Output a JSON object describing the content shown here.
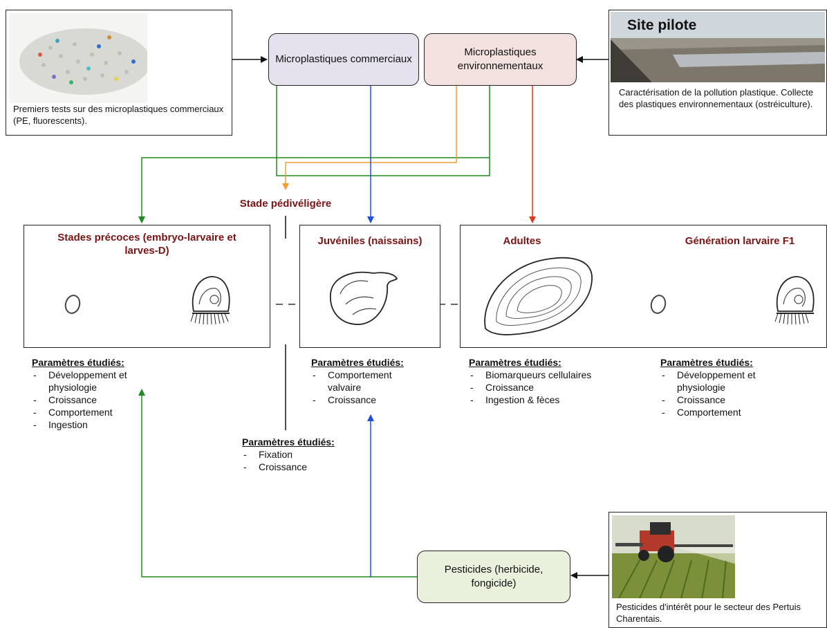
{
  "sources": {
    "commercial_photo_caption": "Premiers tests sur des microplastiques commerciaux (PE, fluorescents).",
    "site_title": "Site pilote",
    "site_caption": "Caractérisation de la pollution plastique. Collecte des plastiques environnementaux (ostréiculture).",
    "pesticide_photo_caption": "Pesticides d'intérêt pour le secteur des Pertuis Charentais."
  },
  "nodes": {
    "commercial": "Microplastiques commerciaux",
    "environmental": "Microplastiques environnementaux",
    "pesticides": "Pesticides (herbicide, fongicide)"
  },
  "stages": {
    "early": "Stades précoces (embryo-larvaire et larves-D)",
    "pediveliger": "Stade pédivéligère",
    "juveniles": "Juvéniles (naissains)",
    "adults": "Adultes",
    "f1": "Génération larvaire F1"
  },
  "params_heading": "Paramètres étudiés:",
  "params": {
    "early": [
      "Développement et physiologie",
      "Croissance",
      "Comportement",
      "Ingestion"
    ],
    "pediveliger": [
      "Fixation",
      "Croissance"
    ],
    "juveniles": [
      "Comportement valvaire",
      "Croissance"
    ],
    "adults": [
      "Biomarqueurs cellulaires",
      "Croissance",
      "Ingestion & fèces"
    ],
    "f1": [
      "Développement et physiologie",
      "Croissance",
      "Comportement"
    ]
  },
  "colors": {
    "commercial_fill": "#e5e2ee",
    "environmental_fill": "#f3e1e0",
    "pesticides_fill": "#e9f0dc",
    "green_arrow": "#1f8a1f",
    "blue_arrow": "#1f4fe0",
    "orange_arrow": "#f0a030",
    "red_arrow": "#e23a1a",
    "title_red": "#7a1414"
  }
}
